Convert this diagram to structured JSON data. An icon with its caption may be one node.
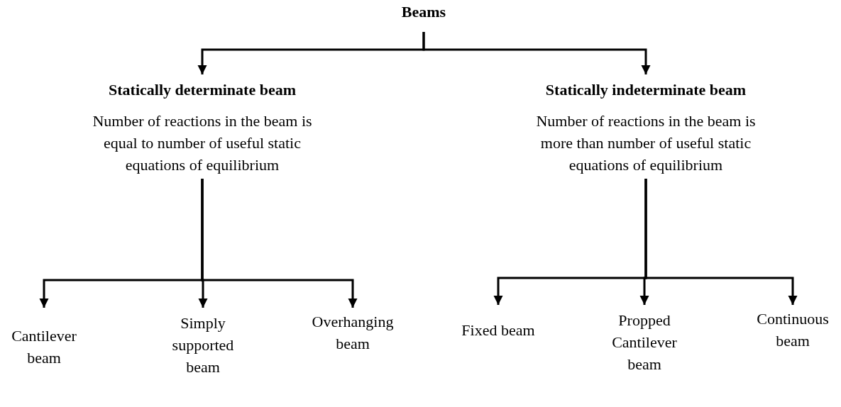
{
  "diagram": {
    "nodes": [
      {
        "text": [
          "Beams"
        ]
      },
      {
        "text": [
          "Statically determinate beam",
          "Number of reactions in the beam is equal to number of useful static equations of equilibrium"
        ]
      },
      {
        "text": [
          "Statically indeterminate beam",
          "Number of reactions in the beam is more than number of useful static equations of equilibrium"
        ]
      },
      {
        "text": [
          "Cantilever beam"
        ]
      },
      {
        "text": [
          "Simply supported beam"
        ]
      },
      {
        "text": [
          "Overhanging beam"
        ]
      },
      {
        "text": [
          "Fixed beam"
        ]
      },
      {
        "text": [
          "Propped Cantilever beam"
        ]
      },
      {
        "text": [
          "Continuous beam"
        ]
      }
    ],
    "edges": [
      {
        "from": 0,
        "to": 1,
        "arrow": "to"
      },
      {
        "from": 0,
        "to": 2,
        "arrow": "to"
      },
      {
        "from": 1,
        "to": 3,
        "arrow": "to"
      },
      {
        "from": 1,
        "to": 4,
        "arrow": "to"
      },
      {
        "from": 1,
        "to": 5,
        "arrow": "to"
      },
      {
        "from": 2,
        "to": 6,
        "arrow": "to"
      },
      {
        "from": 2,
        "to": 7,
        "arrow": "to"
      },
      {
        "from": 2,
        "to": 8,
        "arrow": "to"
      }
    ]
  }
}
